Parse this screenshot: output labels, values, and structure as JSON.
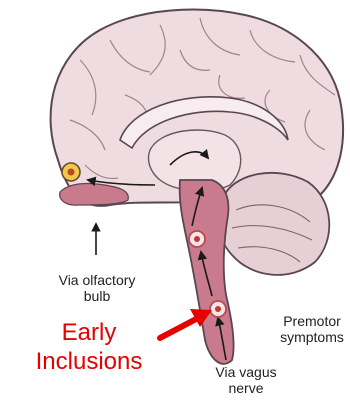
{
  "labels": {
    "olfactory": [
      "Via olfactory",
      "bulb"
    ],
    "premotor": [
      "Premotor",
      "symptoms"
    ],
    "vagus": [
      "Via vagus",
      "nerve"
    ],
    "early": [
      "Early",
      "Inclusions"
    ]
  },
  "colors": {
    "brain_fill": "#efdce0",
    "brain_stroke": "#5a4650",
    "brainstem_fill": "#c97b8d",
    "arrow_red": "#e60000",
    "text": "#222222"
  },
  "markers": [
    {
      "name": "olfactory-bulb-lesion",
      "fill": "#f2c84b"
    },
    {
      "name": "midbrain-lesion",
      "fill": "#f7e4e7"
    },
    {
      "name": "medulla-lesion",
      "fill": "#f7e4e7"
    }
  ]
}
